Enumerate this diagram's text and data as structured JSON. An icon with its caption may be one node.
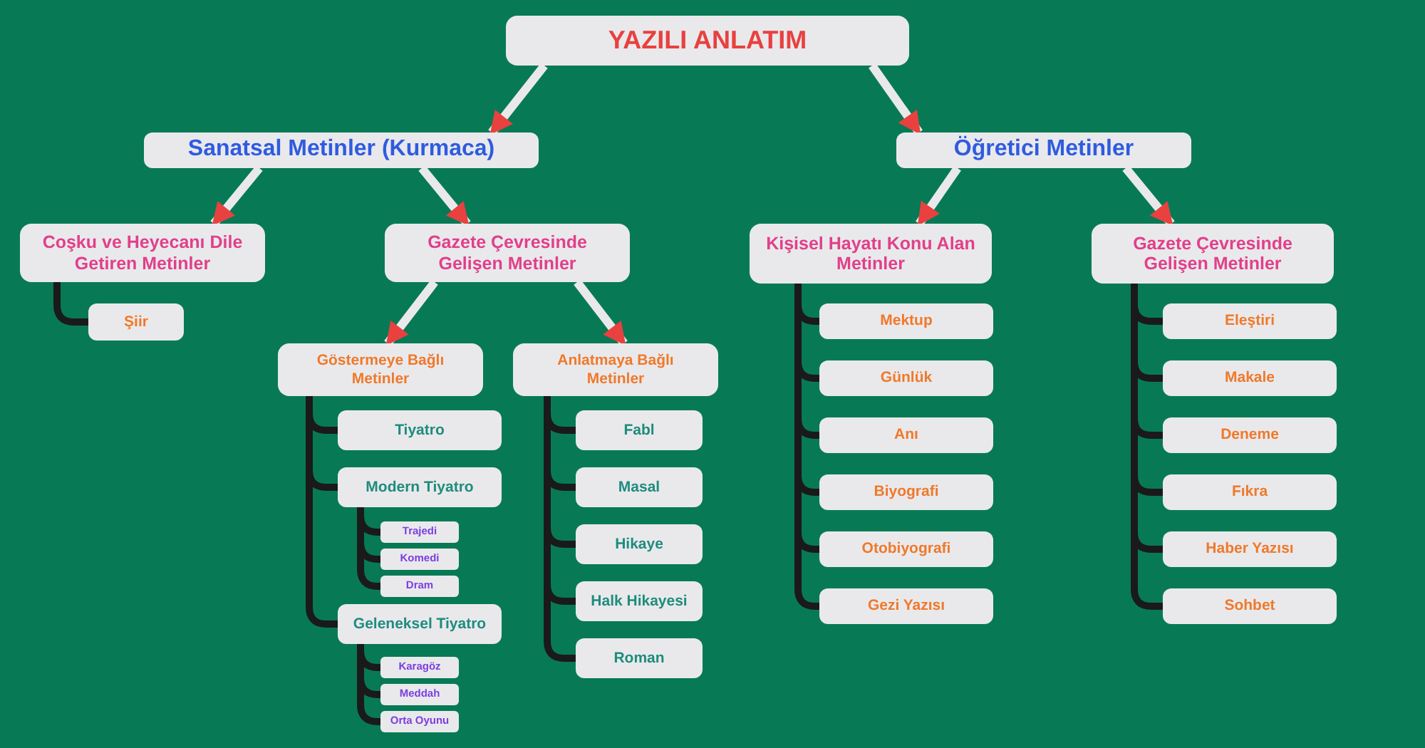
{
  "diagram": {
    "nodes": [
      {
        "text": [
          "YAZILI ANLATIM"
        ]
      },
      {
        "text": [
          "Sanatsal Metinler (Kurmaca)"
        ]
      },
      {
        "text": [
          "Öğretici Metinler"
        ]
      },
      {
        "text": [
          "Coşku ve Heyecanı Dile Getiren Metinler"
        ]
      },
      {
        "text": [
          "Gazete Çevresinde Gelişen Metinler"
        ]
      },
      {
        "text": [
          "Kişisel Hayatı Konu Alan Metinler"
        ]
      },
      {
        "text": [
          "Gazete Çevresinde Gelişen Metinler"
        ]
      },
      {
        "text": [
          "Şiir"
        ]
      },
      {
        "text": [
          "Göstermeye Bağlı Metinler"
        ]
      },
      {
        "text": [
          "Anlatmaya Bağlı Metinler"
        ]
      },
      {
        "text": [
          "Tiyatro"
        ]
      },
      {
        "text": [
          "Modern Tiyatro"
        ]
      },
      {
        "text": [
          "Trajedi"
        ]
      },
      {
        "text": [
          "Komedi"
        ]
      },
      {
        "text": [
          "Dram"
        ]
      },
      {
        "text": [
          "Geleneksel Tiyatro"
        ]
      },
      {
        "text": [
          "Karagöz"
        ]
      },
      {
        "text": [
          "Meddah"
        ]
      },
      {
        "text": [
          "Orta Oyunu"
        ]
      },
      {
        "text": [
          "Fabl"
        ]
      },
      {
        "text": [
          "Masal"
        ]
      },
      {
        "text": [
          "Hikaye"
        ]
      },
      {
        "text": [
          "Halk Hikayesi"
        ]
      },
      {
        "text": [
          "Roman"
        ]
      },
      {
        "text": [
          "Mektup"
        ]
      },
      {
        "text": [
          "Günlük"
        ]
      },
      {
        "text": [
          "Anı"
        ]
      },
      {
        "text": [
          "Biyografi"
        ]
      },
      {
        "text": [
          "Otobiyografi"
        ]
      },
      {
        "text": [
          "Gezi Yazısı"
        ]
      },
      {
        "text": [
          "Eleştiri"
        ]
      },
      {
        "text": [
          "Makale"
        ]
      },
      {
        "text": [
          "Deneme"
        ]
      },
      {
        "text": [
          "Fıkra"
        ]
      },
      {
        "text": [
          "Haber Yazısı"
        ]
      },
      {
        "text": [
          "Sohbet"
        ]
      }
    ],
    "edges": [
      {
        "from": 0,
        "to": 1,
        "arrow": "to",
        "color": "#e9e9ec"
      },
      {
        "from": 0,
        "to": 2,
        "arrow": "to",
        "color": "#e9e9ec"
      },
      {
        "from": 1,
        "to": 3,
        "arrow": "to",
        "color": "#e9e9ec"
      },
      {
        "from": 1,
        "to": 4,
        "arrow": "to",
        "color": "#e9e9ec"
      },
      {
        "from": 4,
        "to": 8,
        "arrow": "to",
        "color": "#e9e9ec"
      },
      {
        "from": 4,
        "to": 9,
        "arrow": "to",
        "color": "#e9e9ec"
      },
      {
        "from": 2,
        "to": 5,
        "arrow": "to",
        "color": "#e9e9ec"
      },
      {
        "from": 2,
        "to": 6,
        "arrow": "to",
        "color": "#e9e9ec"
      },
      {
        "from": 3,
        "to": 7,
        "arrow": "none"
      },
      {
        "from": 8,
        "to": 10,
        "arrow": "none"
      },
      {
        "from": 8,
        "to": 11,
        "arrow": "none"
      },
      {
        "from": 8,
        "to": 15,
        "arrow": "none"
      },
      {
        "from": 11,
        "to": 12,
        "arrow": "none"
      },
      {
        "from": 11,
        "to": 13,
        "arrow": "none"
      },
      {
        "from": 11,
        "to": 14,
        "arrow": "none"
      },
      {
        "from": 15,
        "to": 16,
        "arrow": "none"
      },
      {
        "from": 15,
        "to": 17,
        "arrow": "none"
      },
      {
        "from": 15,
        "to": 18,
        "arrow": "none"
      },
      {
        "from": 9,
        "to": 19,
        "arrow": "none"
      },
      {
        "from": 9,
        "to": 20,
        "arrow": "none"
      },
      {
        "from": 9,
        "to": 21,
        "arrow": "none"
      },
      {
        "from": 9,
        "to": 22,
        "arrow": "none"
      },
      {
        "from": 9,
        "to": 23,
        "arrow": "none"
      },
      {
        "from": 5,
        "to": 24,
        "arrow": "none"
      },
      {
        "from": 5,
        "to": 25,
        "arrow": "none"
      },
      {
        "from": 5,
        "to": 26,
        "arrow": "none"
      },
      {
        "from": 5,
        "to": 27,
        "arrow": "none"
      },
      {
        "from": 5,
        "to": 28,
        "arrow": "none"
      },
      {
        "from": 5,
        "to": 29,
        "arrow": "none"
      },
      {
        "from": 6,
        "to": 30,
        "arrow": "none"
      },
      {
        "from": 6,
        "to": 31,
        "arrow": "none"
      },
      {
        "from": 6,
        "to": 32,
        "arrow": "none"
      },
      {
        "from": 6,
        "to": 33,
        "arrow": "none"
      },
      {
        "from": 6,
        "to": 34,
        "arrow": "none"
      },
      {
        "from": 6,
        "to": 35,
        "arrow": "none"
      }
    ]
  }
}
